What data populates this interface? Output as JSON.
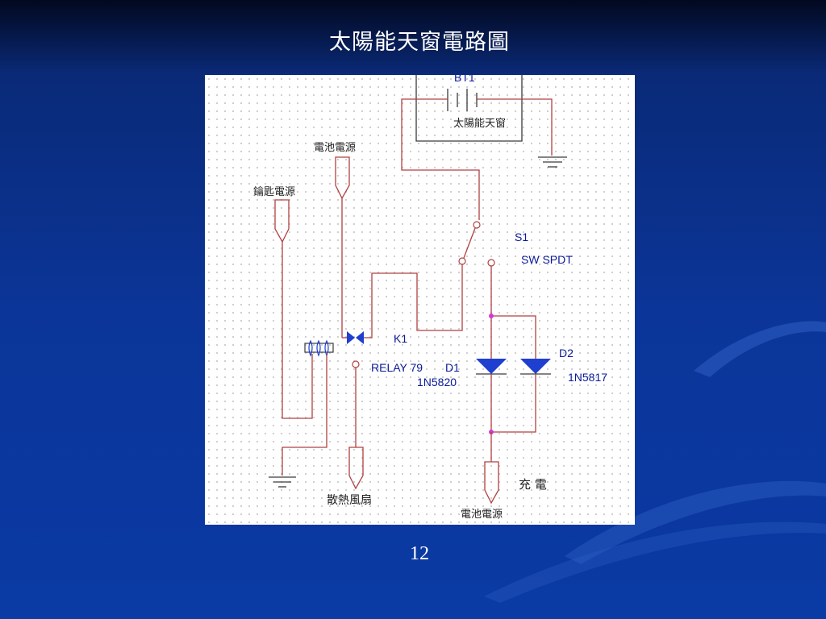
{
  "slide": {
    "title": "太陽能天窗電路圖",
    "page_number": "12"
  },
  "colors": {
    "background": "#0b3598",
    "wire": "#b04040",
    "diode": "#1f3fd0",
    "junction": "#d23ad2",
    "label": "#0a1a99"
  },
  "diagram": {
    "battery_ref": "BT1",
    "solar_panel_label": "太陽能天窗",
    "battery_supply_top": "電池電源",
    "key_supply": "鑰匙電源",
    "switch_ref": "S1",
    "switch_type": "SW SPDT",
    "relay_ref": "K1",
    "relay_type": "RELAY 79",
    "diode1_ref": "D1",
    "diode1_part": "1N5820",
    "diode2_ref": "D2",
    "diode2_part": "1N5817",
    "fan_label": "散熱風扇",
    "charge_label": "充 電",
    "battery_supply_bottom": "電池電源"
  }
}
